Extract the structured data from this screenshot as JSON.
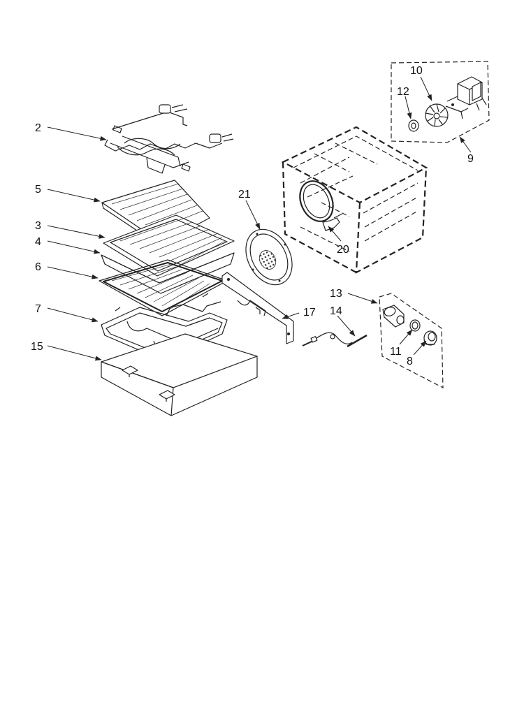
{
  "callouts": {
    "c2": "2",
    "c5": "5",
    "c3": "3",
    "c4": "4",
    "c6": "6",
    "c7": "7",
    "c15": "15",
    "c21": "21",
    "c20": "20",
    "c17": "17",
    "c14": "14",
    "c13": "13",
    "c11": "11",
    "c8": "8",
    "c9": "9",
    "c10": "10",
    "c12": "12"
  }
}
